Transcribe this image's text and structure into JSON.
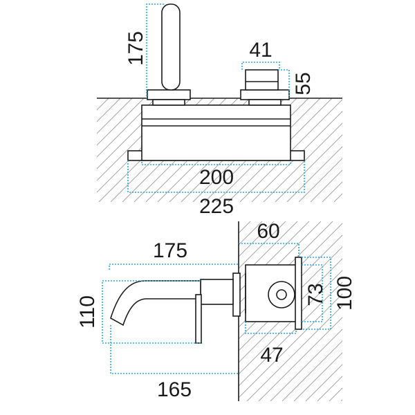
{
  "top_view": {
    "spout_height": "175",
    "handle_width": "41",
    "handle_height": "55",
    "body_width": "200",
    "plate_width": "225"
  },
  "side_view": {
    "spout_reach": "175",
    "spout_drop": "110",
    "total_projection": "165",
    "body_depth": "60",
    "body_height": "73",
    "plate_height": "100",
    "box_depth": "47"
  },
  "colors": {
    "dimension": "#29a9e0",
    "outline": "#1a1a1a",
    "hatch": "#9a9a9a"
  }
}
